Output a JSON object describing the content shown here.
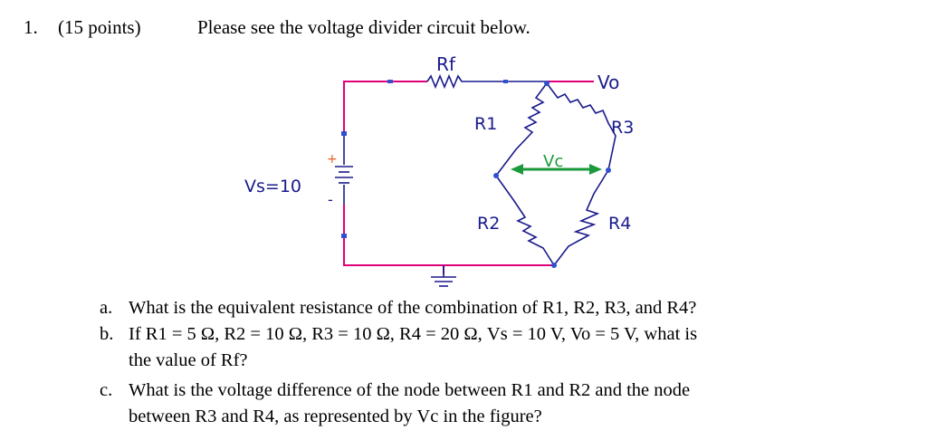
{
  "question": {
    "number": "1.",
    "points": "(15 points)",
    "intro": "Please see the voltage divider circuit below."
  },
  "circuit": {
    "rf_label": "Rf",
    "vo_label": "Vo",
    "r1_label": "R1",
    "r2_label": "R2",
    "r3_label": "R3",
    "r4_label": "R4",
    "vc_label": "Vc",
    "vs_label": "Vs=10",
    "plus_sign": "+",
    "minus_sign": "-",
    "colors": {
      "wire_pink": "#e0007a",
      "resistor": "#1a1a8c",
      "vo_line": "#e0007a",
      "vc_arrow": "#1a9a3a",
      "node_blue": "#3050d0",
      "plus_red": "#e06020"
    }
  },
  "subquestions": [
    {
      "marker": "a.",
      "lines": [
        "What is the equivalent resistance of the combination of R1, R2, R3, and R4?"
      ]
    },
    {
      "marker": "b.",
      "lines": [
        "If R1 = 5 Ω, R2 = 10 Ω, R3  = 10 Ω, R4 = 20 Ω, Vs = 10 V, Vo = 5 V, what is",
        "the value of Rf?"
      ]
    },
    {
      "marker": "c.",
      "lines": [
        "What is the voltage difference of the node between R1 and R2 and the node",
        "between R3 and R4, as represented by Vc in the figure?"
      ]
    }
  ]
}
